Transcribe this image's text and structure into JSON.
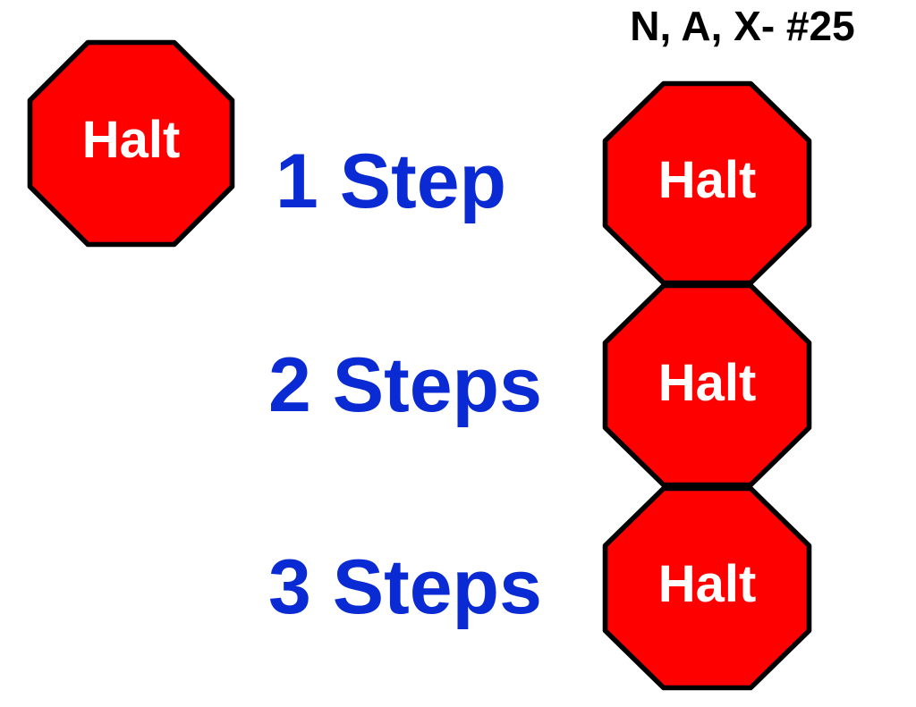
{
  "header": {
    "label": "N, A, X- #25"
  },
  "sign_text": "Halt",
  "colors": {
    "sign_fill": "#ff0000",
    "sign_border": "#000000",
    "step_text": "#0a2ad4",
    "header_text": "#000000",
    "sign_text": "#ffffff"
  },
  "steps": [
    {
      "label": "1 Step"
    },
    {
      "label": "2 Steps"
    },
    {
      "label": "3 Steps"
    }
  ]
}
